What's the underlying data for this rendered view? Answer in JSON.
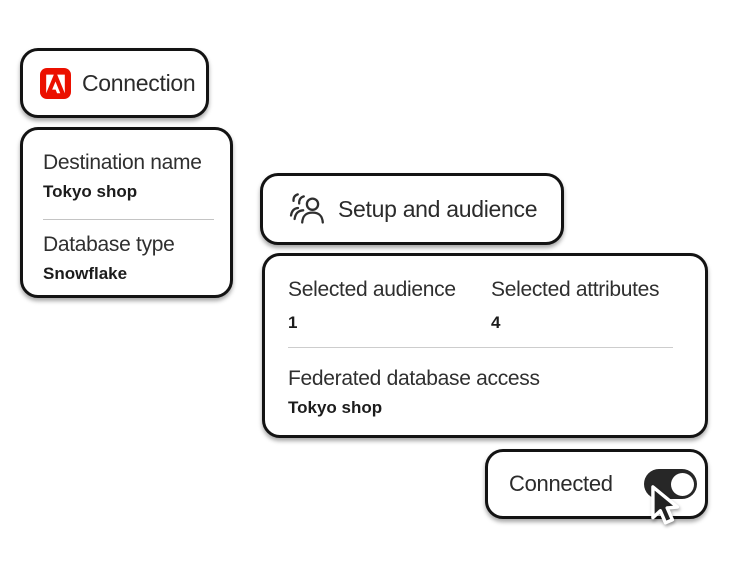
{
  "colors": {
    "background": "#ffffff",
    "card_border": "#131313",
    "label_text": "#2f2f2f",
    "value_text": "#1c1c1c",
    "divider": "#c4c4c4",
    "adobe_red": "#EB1000",
    "toggle_on": "#272727"
  },
  "connection_card": {
    "label": "Connection",
    "icon": "adobe-logo"
  },
  "details_card": {
    "fields": [
      {
        "label": "Destination name",
        "value": "Tokyo shop"
      },
      {
        "label": "Database type",
        "value": "Snowflake"
      }
    ]
  },
  "setup_card": {
    "label": "Setup and audience",
    "icon": "audience-icon"
  },
  "summary_card": {
    "stats": [
      {
        "label": "Selected audience",
        "value": "1"
      },
      {
        "label": "Selected attributes",
        "value": "4"
      }
    ],
    "access": {
      "label": "Federated database access",
      "value": "Tokyo shop"
    }
  },
  "status_card": {
    "label": "Connected",
    "toggle": {
      "state": "on",
      "aria_checked": "true"
    }
  },
  "cursor": {
    "icon": "cursor-arrow"
  }
}
